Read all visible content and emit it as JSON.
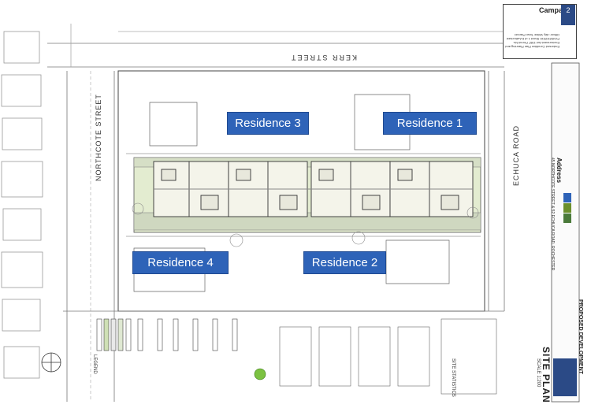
{
  "labels": {
    "residence_3": "Residence 3",
    "residence_1": "Residence 1",
    "residence_4": "Residence 4",
    "residence_2": "Residence 2"
  },
  "streets": {
    "kerr": "KERR STREET",
    "northcote": "NORTHCOTE STREET",
    "echuca": "ECHUCA ROAD"
  },
  "title_block": {
    "council": "Campaspe",
    "sheet_number": "2",
    "stamp_text": "Endorsed Condition Plan Planning and Environment Act 1987 Permit No. PLN023/2016 Sheet 1 of 8 Authorised Officer: Ally Wilkie Town Planner"
  },
  "footer": {
    "proposed_development": "PROPOSED DEVELOPMENT",
    "site_plan": "SITE PLAN",
    "scale": "SCALE 1:200",
    "address_label": "Address",
    "address_value": "45 NORTHCOTE STREET & 52 ECHUCA ROAD, ROCHESTER",
    "legend_title": "LEGEND",
    "site_stats_title": "SITE STATISTICS"
  },
  "colors": {
    "label_fill": "#2e63b8",
    "lot_fill": "#e3ecd0",
    "line": "#555555"
  }
}
